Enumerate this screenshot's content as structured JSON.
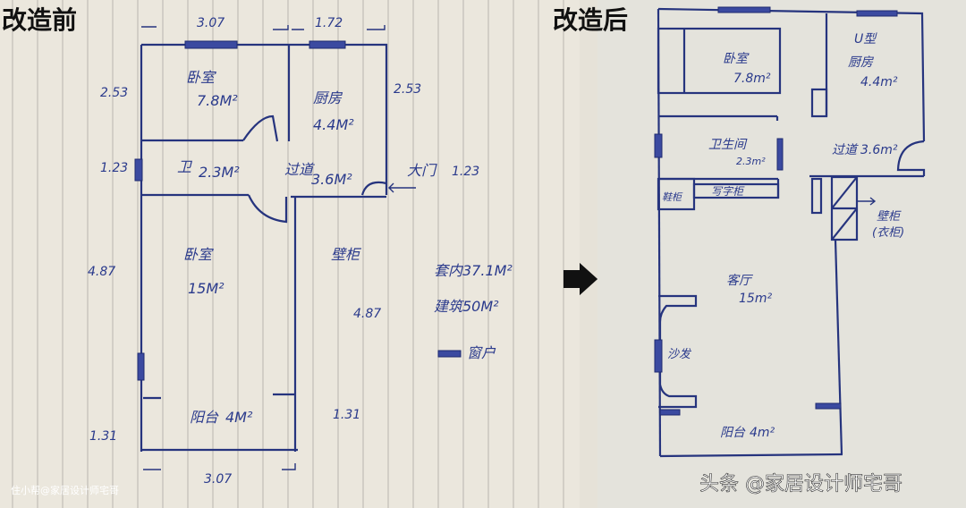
{
  "before": {
    "title": "改造前",
    "rooms": {
      "bedroom_small": {
        "name": "卧室",
        "area": "7.8M²"
      },
      "kitchen": {
        "name": "厨房",
        "area": "4.4M²"
      },
      "bath": {
        "name": "卫",
        "area": "2.3M²"
      },
      "corridor": {
        "name": "过道",
        "area": "3.6M²"
      },
      "bedroom_large": {
        "name": "卧室",
        "area": "15M²"
      },
      "balcony": {
        "name": "阳台",
        "area": "4M²"
      }
    },
    "entrance": "大门",
    "cabinet": "壁柜",
    "summary": {
      "inner_area": "套内37.1M²",
      "gross_area": "建筑50M²",
      "window_legend": "窗户"
    },
    "dimensions": {
      "top_left": "3.07",
      "top_right": "1.72",
      "left_top": "2.53",
      "right_top": "2.53",
      "left_mid": "1.23",
      "right_mid": "1.23",
      "left_large": "4.87",
      "right_large": "4.87",
      "left_bottom": "1.31",
      "right_bottom": "1.31",
      "bottom": "3.07"
    },
    "watermark": "住小帮@家居设计师宅哥"
  },
  "after": {
    "title": "改造后",
    "rooms": {
      "bedroom": {
        "name": "卧室",
        "area": "7.8m²"
      },
      "kitchen": {
        "type": "U型",
        "name": "厨房",
        "area": "4.4m²"
      },
      "bathroom": {
        "name": "卫生间",
        "area": "2.3m²"
      },
      "corridor": {
        "name": "过道",
        "area": "3.6m²"
      },
      "living": {
        "name": "客厅",
        "area": "15m²"
      },
      "balcony": {
        "name": "阳台",
        "area": "4m²"
      }
    },
    "shoe_cabinet": "鞋柜",
    "desk_cabinet": "写字柜",
    "wardrobe": {
      "name": "壁柜",
      "note": "(衣柜)"
    },
    "sofa": "沙发",
    "watermark": "头条 @家居设计师宅哥"
  },
  "colors": {
    "ink": "#26347e",
    "paper_left": "#ebe7dd",
    "paper_right": "#e4e3dc"
  }
}
